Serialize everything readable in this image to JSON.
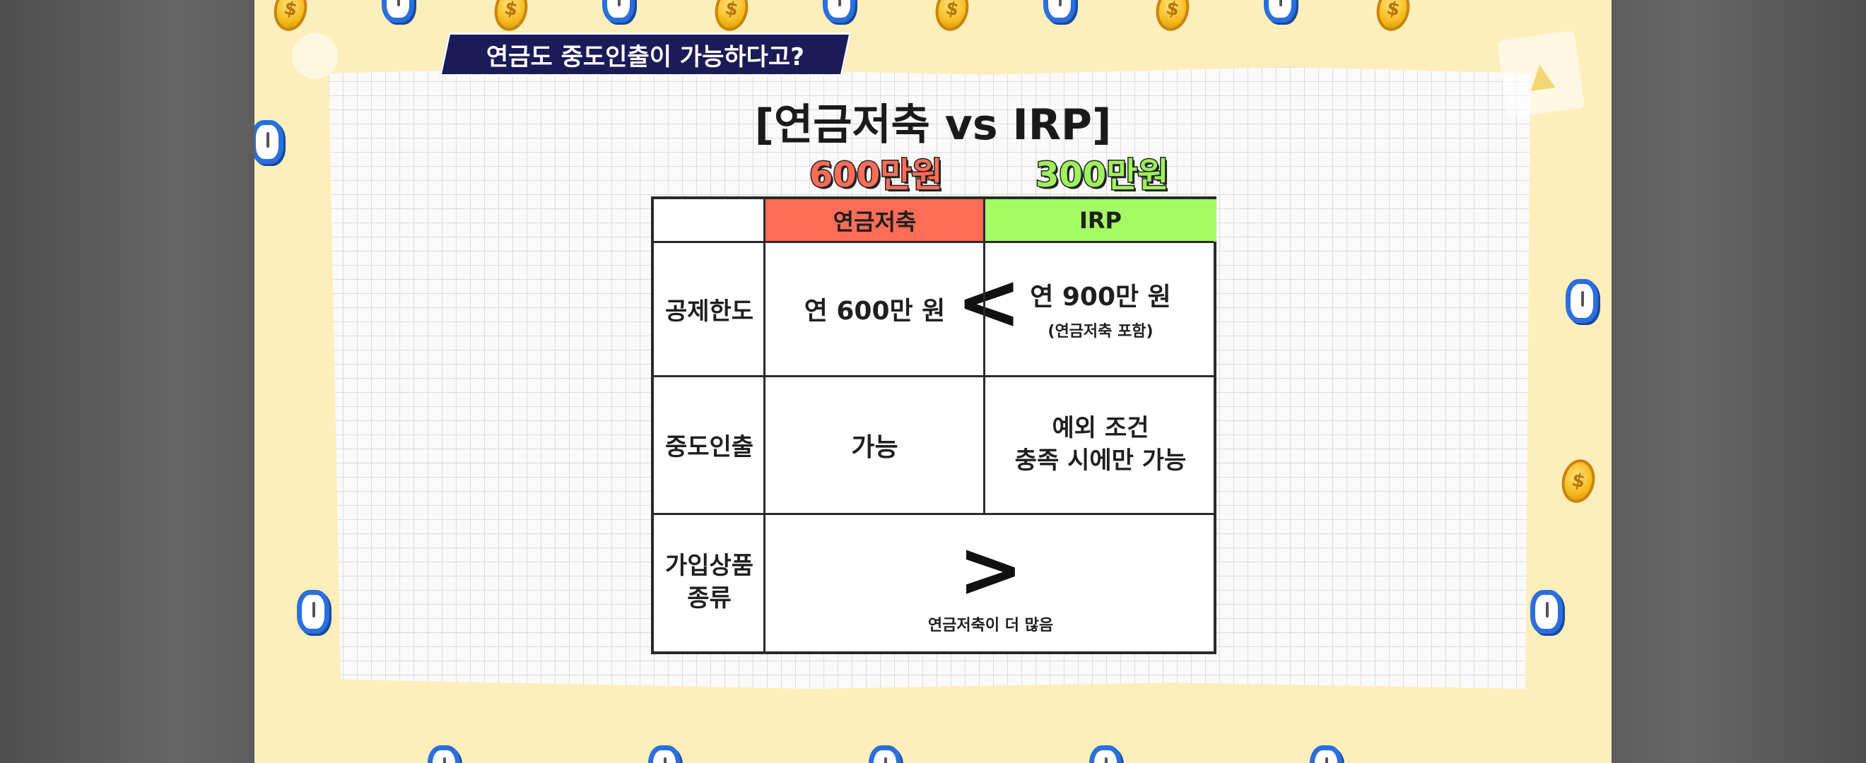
{
  "banner": {
    "title": "연금도 중도인출이 가능하다고?"
  },
  "slide": {
    "title": "[연금저축 vs IRP]",
    "amount_left": "600만원",
    "amount_right": "300만원"
  },
  "table": {
    "headers": [
      "",
      "연금저축",
      "IRP"
    ],
    "rows": [
      {
        "label": "공제한도",
        "col1": "연 600만 원",
        "col2": "연 900만 원",
        "col2_note": "(연금저축 포함)",
        "compare": "<"
      },
      {
        "label": "중도인출",
        "col1": "가능",
        "col2_line1": "예외 조건",
        "col2_line2": "충족 시에만 가능"
      },
      {
        "label_line1": "가입상품",
        "label_line2": "종류",
        "compare": ">",
        "note": "연금저축이 더 많음"
      }
    ]
  },
  "colors": {
    "header_left": "#ff6d57",
    "header_right": "#a5fb64",
    "banner": "#1c1b57",
    "background": "#fdeebb"
  }
}
